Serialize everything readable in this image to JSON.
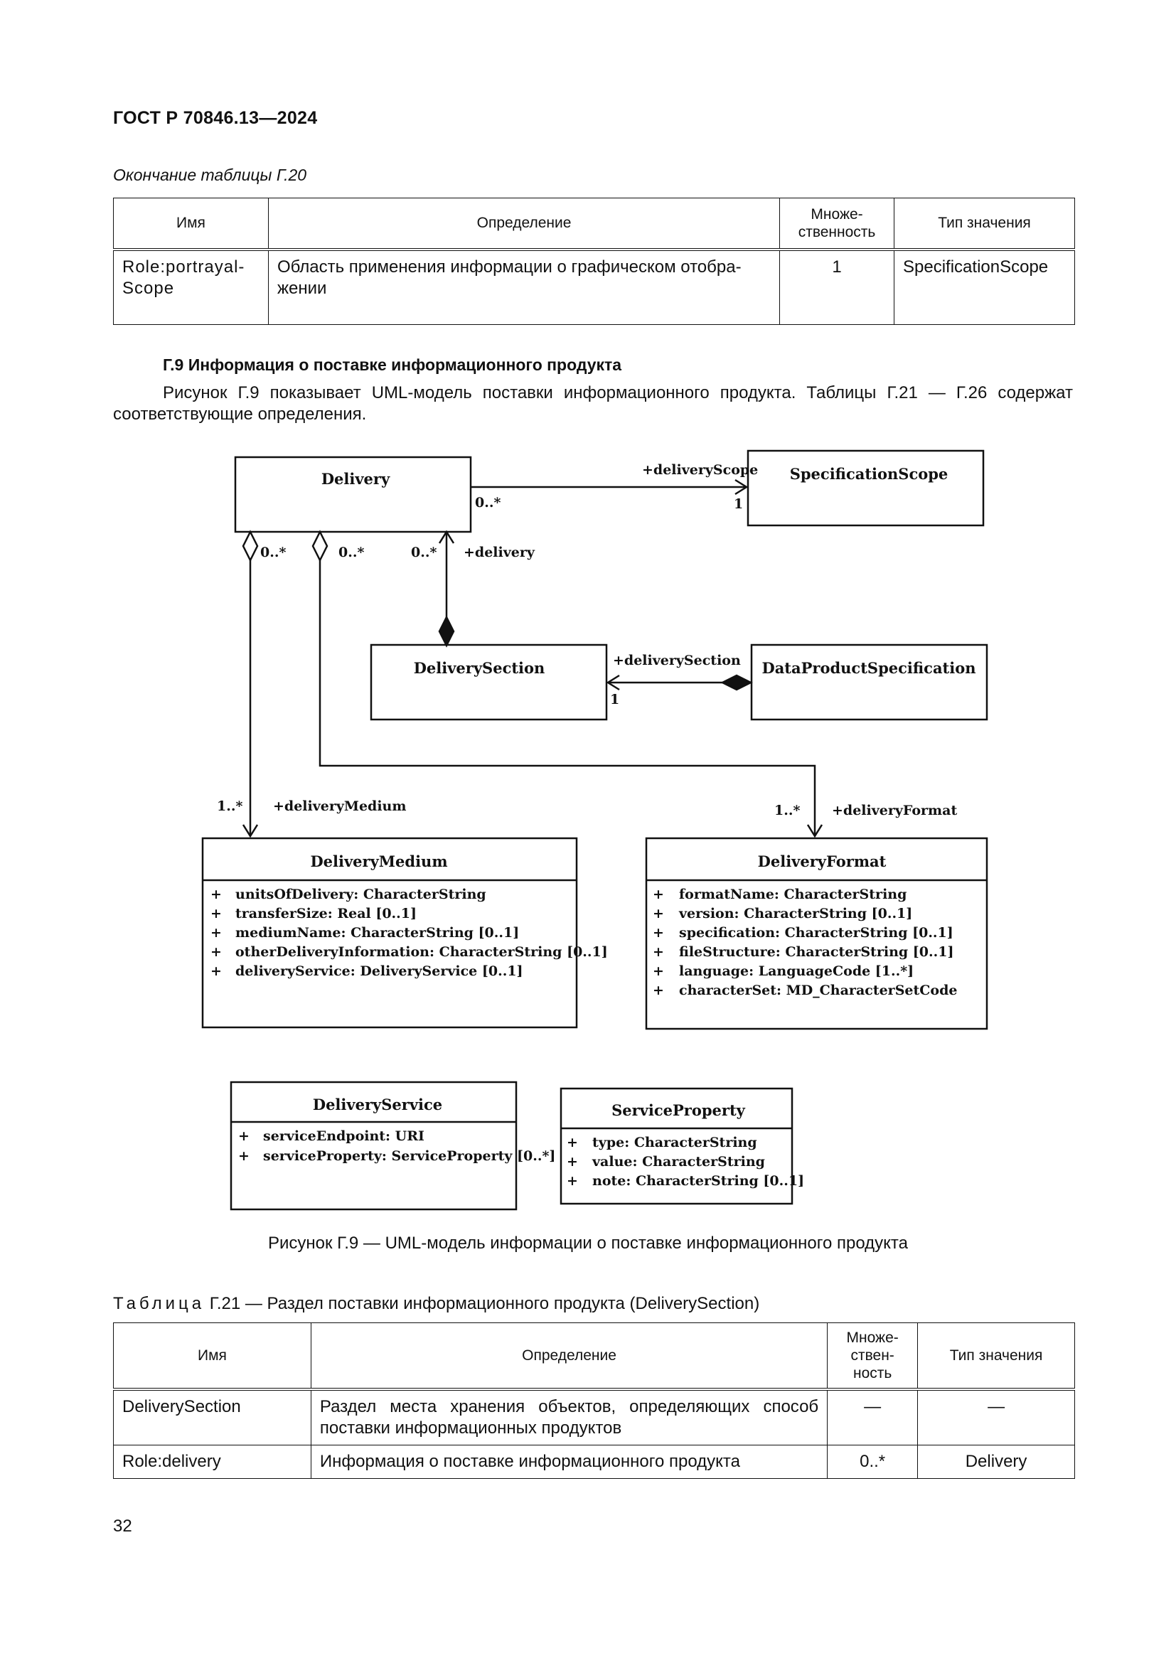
{
  "header": {
    "doc_title": "ГОСТ Р 70846.13—2024"
  },
  "table_g20": {
    "caption": "Окончание таблицы Г.20",
    "columns": [
      "Имя",
      "Определение",
      "Множе-\nственность",
      "Тип значения"
    ],
    "rows": [
      {
        "name": "Role:portrayal-\nScope",
        "definition": "Область применения информации о графическом отобра-\nжении",
        "multiplicity": "1",
        "type": "SpecificationScope"
      }
    ]
  },
  "section": {
    "heading": "Г.9 Информация о поставке информационного продукта",
    "paragraph": "Рисунок Г.9 показывает UML-модель поставки информационного продукта. Таблицы Г.21 — Г.26 содержат соответствующие определения."
  },
  "diagram": {
    "classes": {
      "delivery": "Delivery",
      "specification_scope": "SpecificationScope",
      "delivery_section": "DeliverySection",
      "data_product_specification": "DataProductSpecification",
      "delivery_medium": {
        "name": "DeliveryMedium",
        "attributes": [
          "unitsOfDelivery: CharacterString",
          "transferSize: Real [0..1]",
          "mediumName: CharacterString [0..1]",
          "otherDeliveryInformation: CharacterString [0..1]",
          "deliveryService: DeliveryService [0..1]"
        ]
      },
      "delivery_format": {
        "name": "DeliveryFormat",
        "attributes": [
          "formatName: CharacterString",
          "version: CharacterString [0..1]",
          "specification: CharacterString [0..1]",
          "fileStructure: CharacterString [0..1]",
          "language: LanguageCode [1..*]",
          "characterSet: MD_CharacterSetCode"
        ]
      },
      "delivery_service": {
        "name": "DeliveryService",
        "attributes": [
          "serviceEndpoint: URI",
          "serviceProperty: ServiceProperty [0..*]"
        ]
      },
      "service_property": {
        "name": "ServiceProperty",
        "attributes": [
          "type: CharacterString",
          "value: CharacterString",
          "note: CharacterString [0..1]"
        ]
      }
    },
    "visibility_symbol": "+",
    "labels": {
      "delivery_scope_role": "+deliveryScope",
      "delivery_scope_mult_source": "0..*",
      "delivery_scope_mult_target": "1",
      "medium_mult_source": "0..*",
      "format_mult_source": "0..*",
      "section_mult_source": "0..*",
      "delivery_role": "+delivery",
      "delivery_section_role": "+deliverySection",
      "delivery_section_mult": "1",
      "medium_mult_target": "1..*",
      "delivery_medium_role": "+deliveryMedium",
      "format_mult_target": "1..*",
      "delivery_format_role": "+deliveryFormat"
    }
  },
  "figure_caption": "Рисунок Г.9 — UML-модель информации о поставке информационного продукта",
  "table_g21": {
    "caption_prefix": "Таблица",
    "caption_rest": "Г.21 — Раздел поставки информационного продукта (DeliverySection)",
    "columns": [
      "Имя",
      "Определение",
      "Множе-\nствен-\nность",
      "Тип значения"
    ],
    "rows": [
      {
        "name": "DeliverySection",
        "definition": "Раздел места хранения объектов, определяющих способ поставки информационных продуктов",
        "multiplicity": "—",
        "type": "—"
      },
      {
        "name": "Role:delivery",
        "definition": "Информация о поставке информационного продукта",
        "multiplicity": "0..*",
        "type": "Delivery"
      }
    ]
  },
  "page_number": "32"
}
